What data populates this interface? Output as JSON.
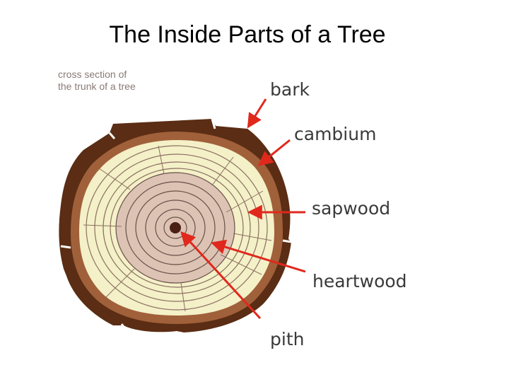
{
  "title": "The Inside Parts of a Tree",
  "caption": {
    "line1": "cross section of",
    "line2": "the trunk of a tree"
  },
  "labels": {
    "bark": "bark",
    "cambium": "cambium",
    "sapwood": "sapwood",
    "heartwood": "heartwood",
    "pith": "pith"
  },
  "colors": {
    "bark": "#5a2d14",
    "cambium": "#a0603a",
    "sapwood": "#f4f0c8",
    "heartwood": "#dcc3b4",
    "pith": "#4a1f14",
    "arrow": "#e0281c",
    "ring_line": "#8a7060"
  }
}
